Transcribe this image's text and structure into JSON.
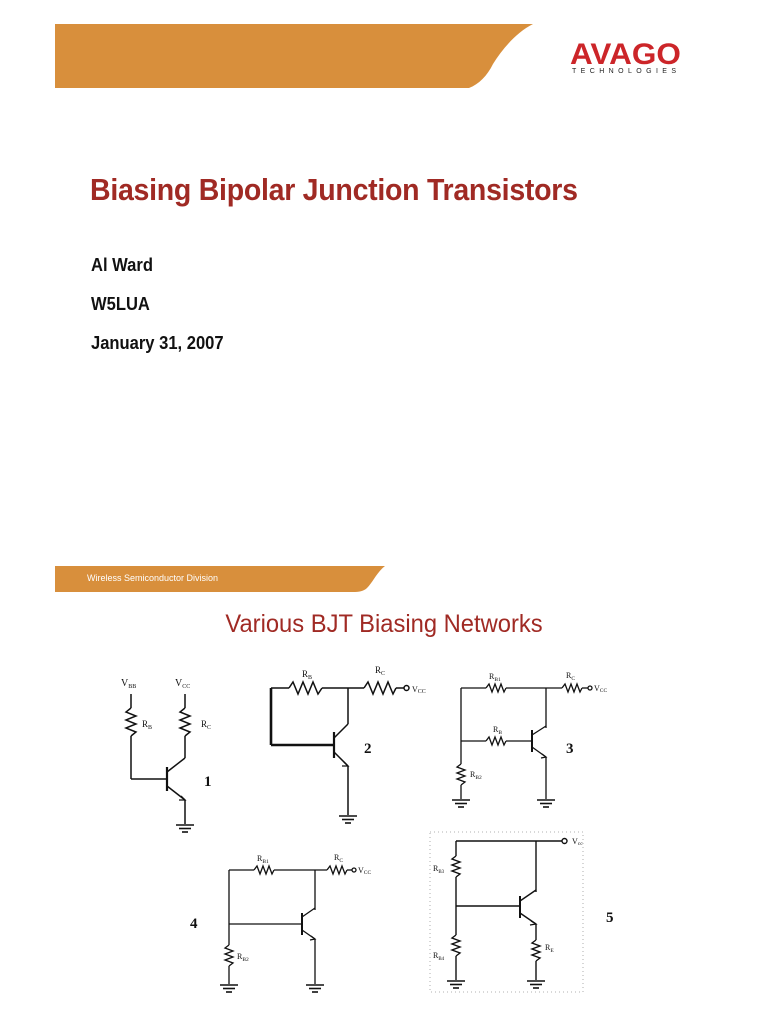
{
  "colors": {
    "banner": "#d88f3c",
    "title": "#a02a24",
    "logo_red": "#cc2529"
  },
  "logo": {
    "word": "AVAGO",
    "sub": "TECHNOLOGIES"
  },
  "title_slide": {
    "title": "Biasing Bipolar Junction Transistors",
    "author": "Al Ward",
    "callsign": "W5LUA",
    "date": "January 31, 2007"
  },
  "second_slide": {
    "division": "Wireless Semiconductor Division",
    "title": "Various BJT Biasing Networks",
    "circuits": [
      {
        "number": "1",
        "labels": {
          "vbb_v": "V",
          "vbb_sub": "BB",
          "vcc_v": "V",
          "vcc_sub": "CC",
          "rb_r": "R",
          "rb_sub": "B",
          "rc_r": "R",
          "rc_sub": "C"
        }
      },
      {
        "number": "2",
        "labels": {
          "rb_r": "R",
          "rb_sub": "B",
          "rc_r": "R",
          "rc_sub": "C",
          "vcc_v": "V",
          "vcc_sub": "CC"
        }
      },
      {
        "number": "3",
        "labels": {
          "rb1_r": "R",
          "rb1_sub": "B1",
          "rc_r": "R",
          "rc_sub": "C",
          "vcc_v": "V",
          "vcc_sub": "CC",
          "rb_r": "R",
          "rb_sub": "B",
          "rb2_r": "R",
          "rb2_sub": "B2"
        }
      },
      {
        "number": "4",
        "labels": {
          "rb1_r": "R",
          "rb1_sub": "B1",
          "rc_r": "R",
          "rc_sub": "C",
          "vcc_v": "V",
          "vcc_sub": "CC",
          "rb2_r": "R",
          "rb2_sub": "B2"
        }
      },
      {
        "number": "5",
        "labels": {
          "vcc_v": "V",
          "vcc_sub": "cc",
          "rb3_r": "R",
          "rb3_sub": "B3",
          "rb4_r": "R",
          "rb4_sub": "B4",
          "re_r": "R",
          "re_sub": "E"
        }
      }
    ]
  }
}
